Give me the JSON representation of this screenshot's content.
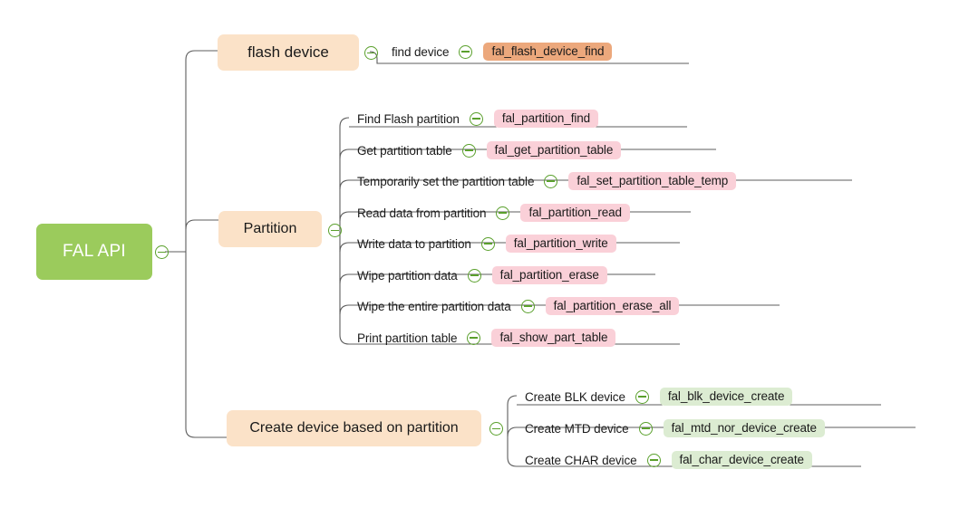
{
  "diagram": {
    "type": "mindmap",
    "title": "FAL API",
    "collapse_icon": "circle-minus-icon",
    "colors": {
      "root_fill": "#9bcb5c",
      "root_text": "#ffffff",
      "branch_fill": "#fbe2c8",
      "tag_pink": "#fad0d8",
      "tag_green": "#dcecd2",
      "tag_orange": "#eca87c",
      "connector": "#5c5c5c",
      "icon_green": "#5aa02c"
    },
    "root": {
      "label": "FAL API"
    },
    "branches": [
      {
        "id": "flash-device",
        "label": "flash device",
        "leaves": [
          {
            "label": "find device",
            "tag": "fal_flash_device_find",
            "tag_color": "orange"
          }
        ]
      },
      {
        "id": "partition",
        "label": "Partition",
        "leaves": [
          {
            "label": "Find Flash partition",
            "tag": "fal_partition_find",
            "tag_color": "pink"
          },
          {
            "label": "Get partition table",
            "tag": "fal_get_partition_table",
            "tag_color": "pink"
          },
          {
            "label": "Temporarily set the partition table",
            "tag": "fal_set_partition_table_temp",
            "tag_color": "pink"
          },
          {
            "label": "Read data from partition",
            "tag": "fal_partition_read",
            "tag_color": "pink"
          },
          {
            "label": "Write data to partition",
            "tag": "fal_partition_write",
            "tag_color": "pink"
          },
          {
            "label": "Wipe partition data",
            "tag": "fal_partition_erase",
            "tag_color": "pink"
          },
          {
            "label": "Wipe the entire partition data",
            "tag": "fal_partition_erase_all",
            "tag_color": "pink"
          },
          {
            "label": "Print partition table",
            "tag": "fal_show_part_table",
            "tag_color": "pink"
          }
        ]
      },
      {
        "id": "create-device-based-on-partition",
        "label": "Create device based on partition",
        "leaves": [
          {
            "label": "Create BLK device",
            "tag": "fal_blk_device_create",
            "tag_color": "green"
          },
          {
            "label": "Create MTD device",
            "tag": "fal_mtd_nor_device_create",
            "tag_color": "green"
          },
          {
            "label": "Create CHAR device",
            "tag": "fal_char_device_create",
            "tag_color": "green"
          }
        ]
      }
    ]
  }
}
